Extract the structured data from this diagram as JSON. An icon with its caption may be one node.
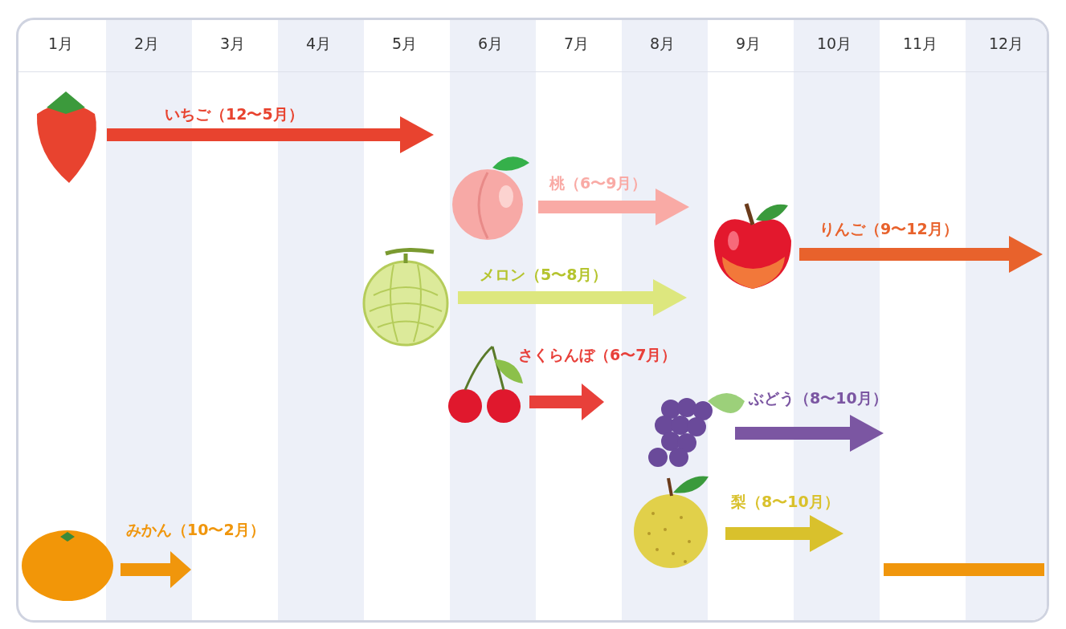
{
  "diagram": {
    "nodes": [
      {
        "text": [],
        "shape": "picture"
      },
      {
        "text": [],
        "shape": "picture"
      },
      {
        "text": [],
        "shape": "picture"
      },
      {
        "text": [],
        "shape": "picture"
      },
      {
        "text": [],
        "shape": "picture"
      },
      {
        "text": [],
        "shape": "picture"
      },
      {
        "text": [],
        "shape": "picture"
      },
      {
        "text": [],
        "shape": "picture"
      },
      {
        "text": [],
        "shape": "bar"
      }
    ],
    "edges": [
      {
        "from": 0,
        "to": null,
        "arrow": "to",
        "label": "いちご（12〜5月）",
        "color": "#e8432f"
      },
      {
        "from": 1,
        "to": null,
        "arrow": "to",
        "label": "桃（6〜9月）",
        "color": "#f9aaa5"
      },
      {
        "from": 2,
        "to": null,
        "arrow": "to",
        "label": "りんご（9〜12月）",
        "color": "#e8622c"
      },
      {
        "from": 3,
        "to": null,
        "arrow": "to",
        "label": "メロン（5〜8月）",
        "color": "#dde77e"
      },
      {
        "from": 4,
        "to": null,
        "arrow": "to",
        "label": "さくらんぼ（6〜7月）",
        "color": "#e8403a"
      },
      {
        "from": 5,
        "to": null,
        "arrow": "to",
        "label": "ぶどう（8〜10月）",
        "color": "#7b56a2"
      },
      {
        "from": 6,
        "to": null,
        "arrow": "to",
        "label": "梨（8〜10月）",
        "color": "#d9c12c"
      },
      {
        "from": 7,
        "to": null,
        "arrow": "to",
        "label": "みかん（10〜2月）",
        "color": "#f0960c"
      }
    ],
    "labels": [
      "1月",
      "2月",
      "3月",
      "4月",
      "5月",
      "6月",
      "7月",
      "8月",
      "9月",
      "10月",
      "11月",
      "12月"
    ]
  }
}
